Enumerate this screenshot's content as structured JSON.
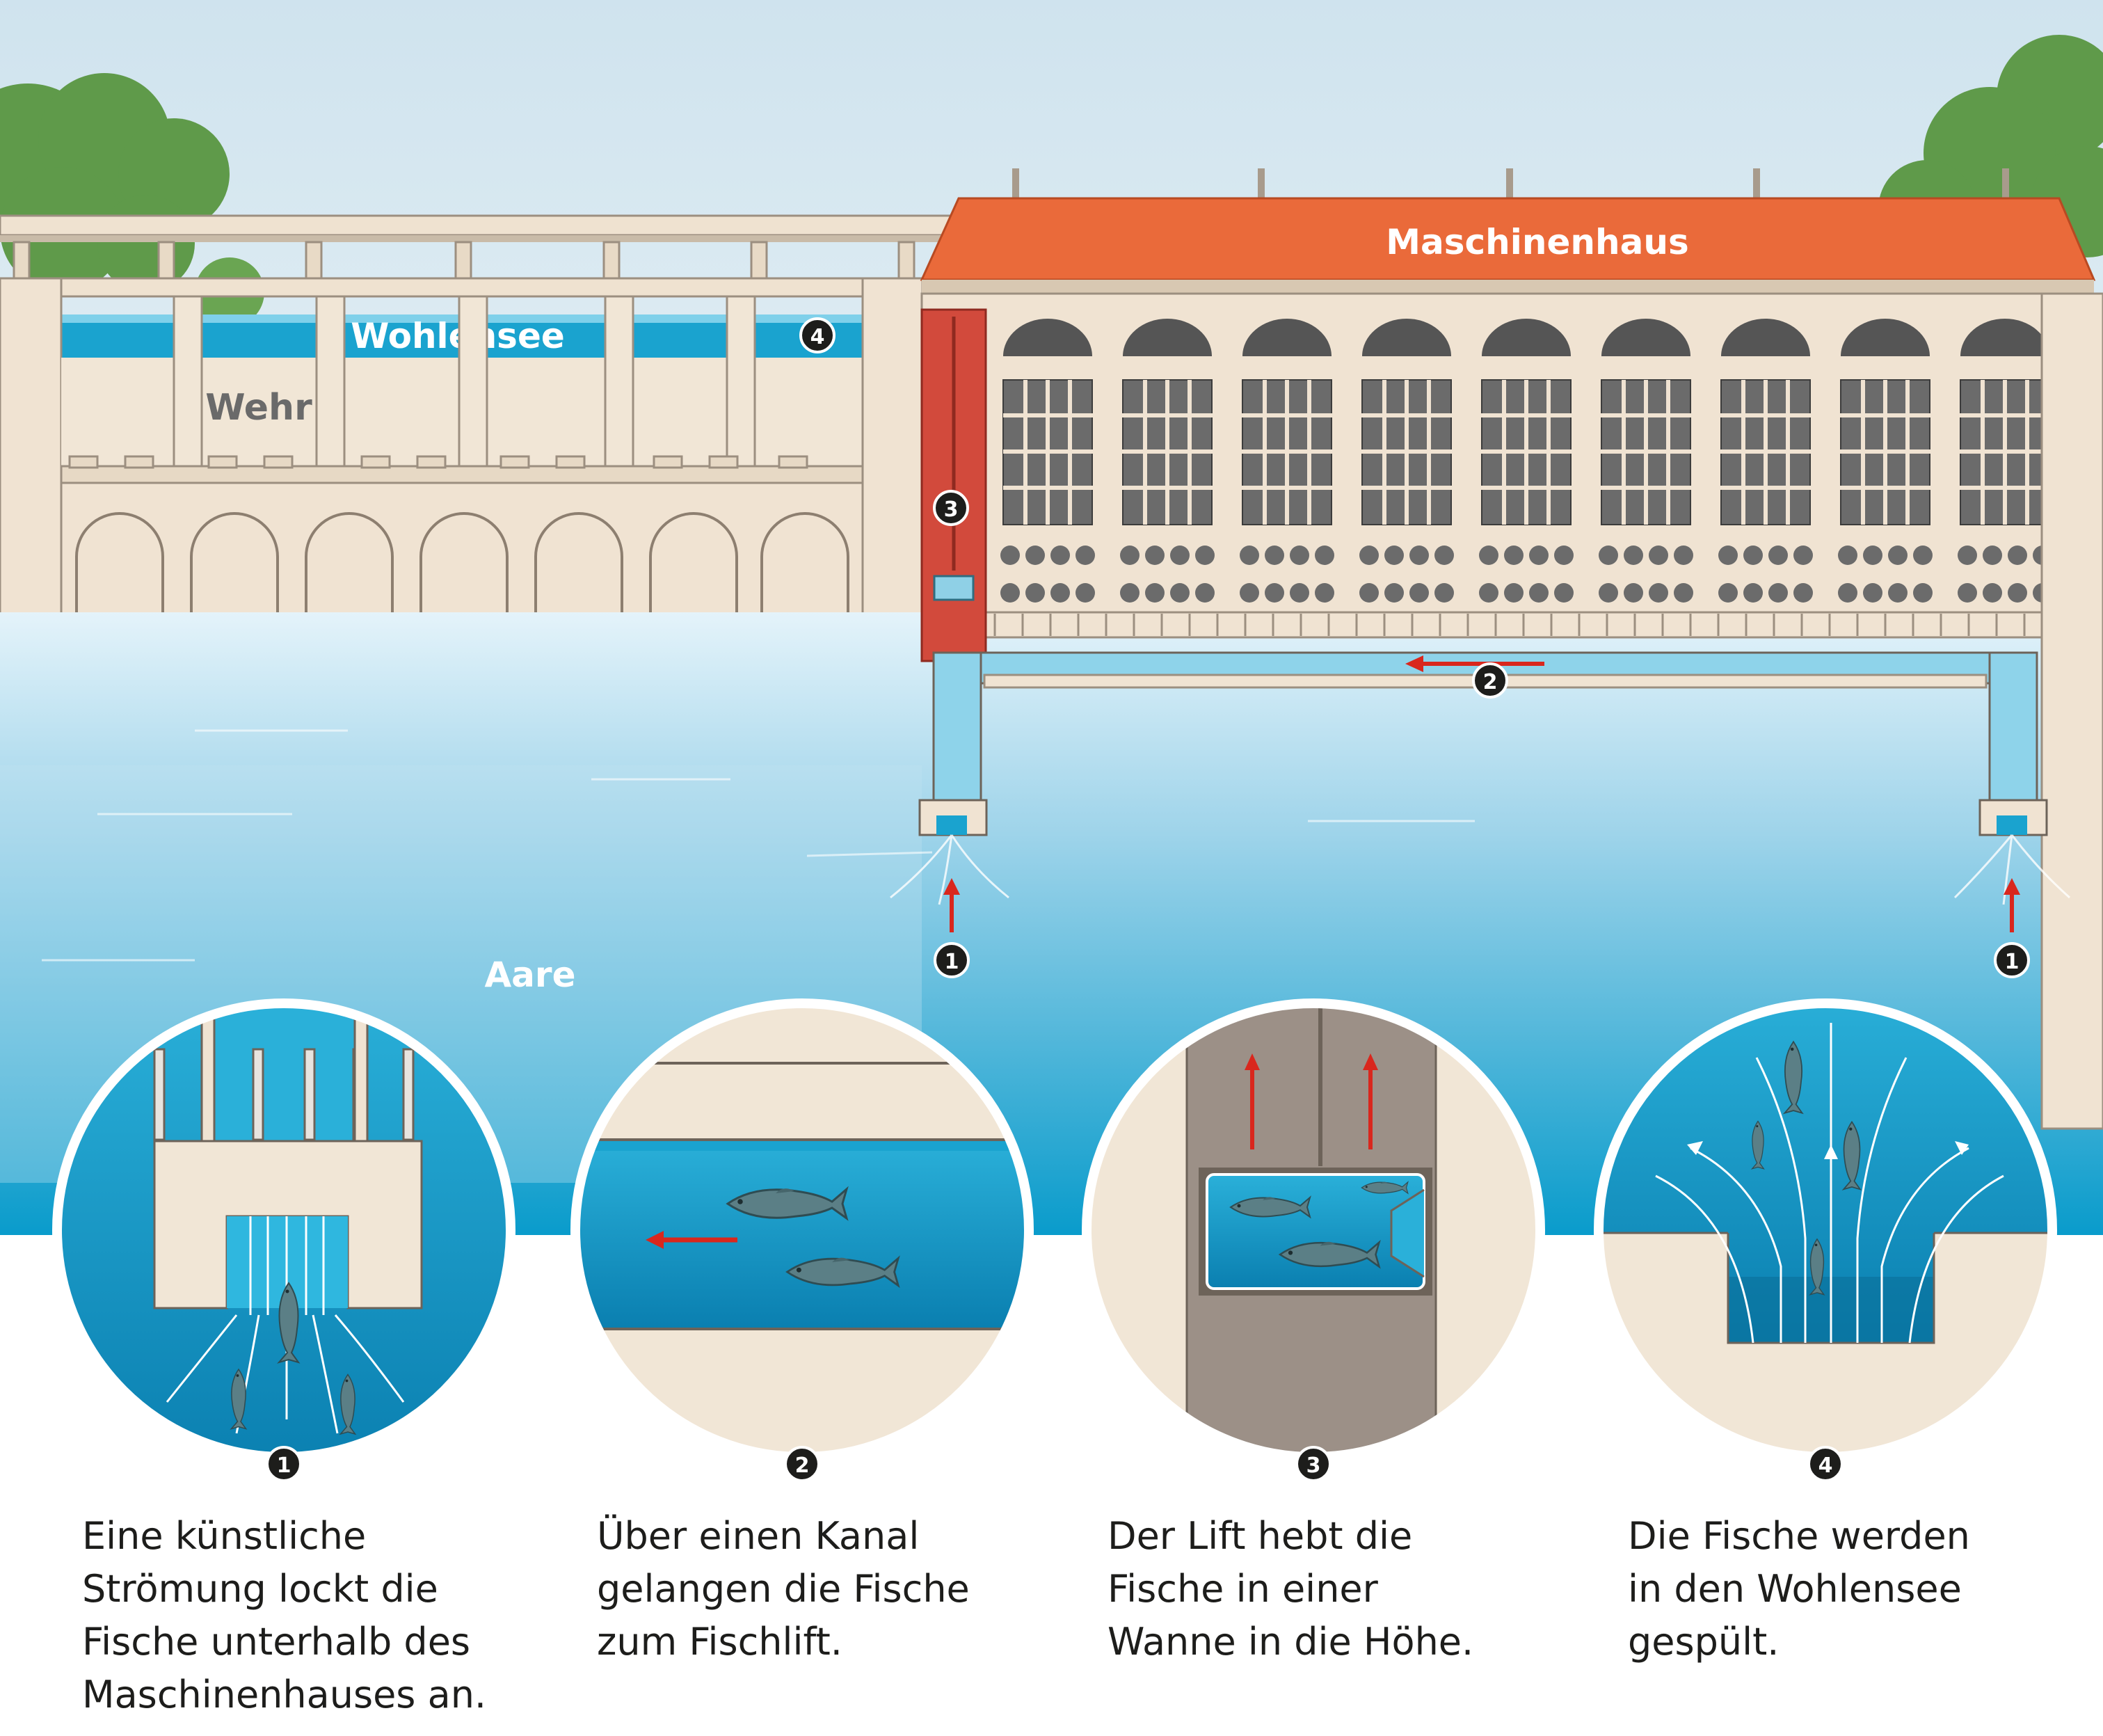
{
  "labels": {
    "wohlensee": "Wohlensee",
    "wehr": "Wehr",
    "maschinenhaus": "Maschinenhaus",
    "aare": "Aare"
  },
  "markers": [
    "1",
    "2",
    "3",
    "4"
  ],
  "steps": [
    {
      "number": "1",
      "text": "Eine künstliche\nStrömung lockt die\nFische unterhalb des\nMaschinenhauses an."
    },
    {
      "number": "2",
      "text": "Über einen Kanal\ngelangen die Fische\nzum Fischlift."
    },
    {
      "number": "3",
      "text": "Der Lift hebt die\nFische in einer\nWanne in die Höhe."
    },
    {
      "number": "4",
      "text": "Die Fische werden\nin den Wohlensee\ngespült."
    }
  ],
  "colors": {
    "sky": "#dcebf2",
    "water": "#1aa3cf",
    "deep_water": "#0d86b5",
    "stone": "#f0e3d2",
    "roof": "#ea6a3a",
    "lift": "#d24a3c",
    "arrow": "#d9271d",
    "marker": "#1d1d1b",
    "tree": "#5f9a4a"
  },
  "icons": [
    "fish-icon",
    "flow-arrow-icon",
    "number-marker-icon"
  ]
}
